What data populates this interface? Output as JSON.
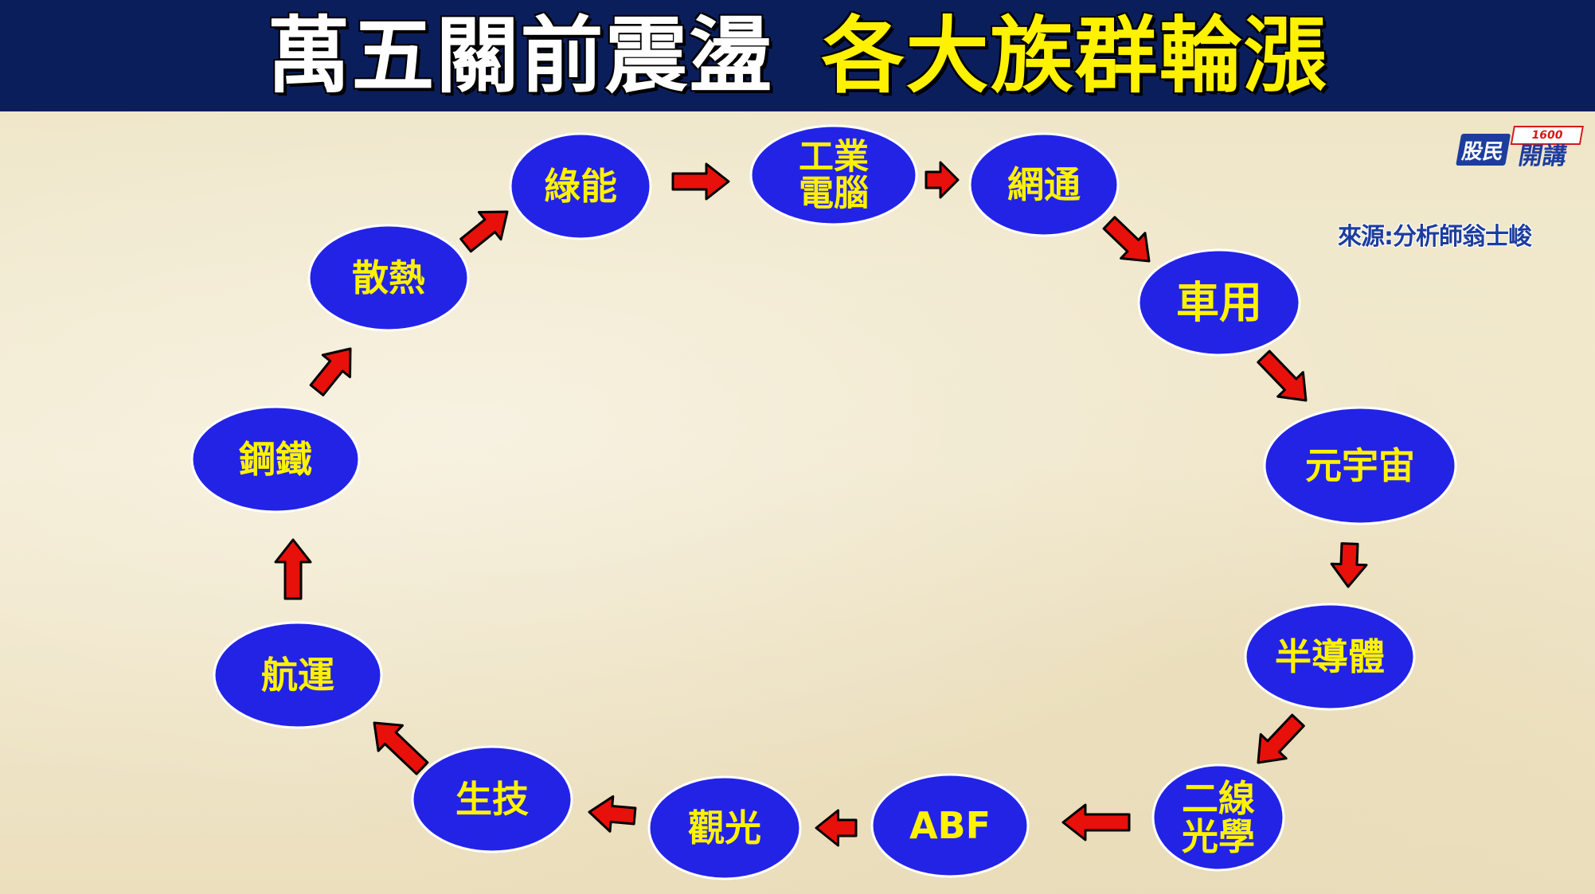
{
  "header": {
    "title_part1": "萬五關前震盪",
    "title_part2": "各大族群輪漲",
    "background": "#0b1e5c",
    "title_color_1": "#ffffff",
    "title_color_2": "#fff200"
  },
  "logo": {
    "left_text": "股民",
    "number": "1600",
    "right_text": "開講"
  },
  "source": "來源:分析師翁士峻",
  "colors": {
    "node_fill": "#2323e6",
    "node_text": "#fff200",
    "arrow_fill": "#e8100a",
    "arrow_stroke": "#000000"
  },
  "cycle": {
    "nodes": [
      {
        "id": "green-energy",
        "lines": [
          "綠能"
        ]
      },
      {
        "id": "industrial-pc",
        "lines": [
          "工業",
          "電腦"
        ]
      },
      {
        "id": "networking",
        "lines": [
          "網通"
        ]
      },
      {
        "id": "automotive",
        "lines": [
          "車用"
        ]
      },
      {
        "id": "metaverse",
        "lines": [
          "元宇宙"
        ]
      },
      {
        "id": "semiconductor",
        "lines": [
          "半導體"
        ]
      },
      {
        "id": "tier2-optics",
        "lines": [
          "二線",
          "光學"
        ]
      },
      {
        "id": "abf",
        "lines": [
          "ABF"
        ]
      },
      {
        "id": "tourism",
        "lines": [
          "觀光"
        ]
      },
      {
        "id": "biotech",
        "lines": [
          "生技"
        ]
      },
      {
        "id": "shipping",
        "lines": [
          "航運"
        ]
      },
      {
        "id": "steel",
        "lines": [
          "鋼鐵"
        ]
      },
      {
        "id": "cooling",
        "lines": [
          "散熱"
        ]
      }
    ]
  }
}
